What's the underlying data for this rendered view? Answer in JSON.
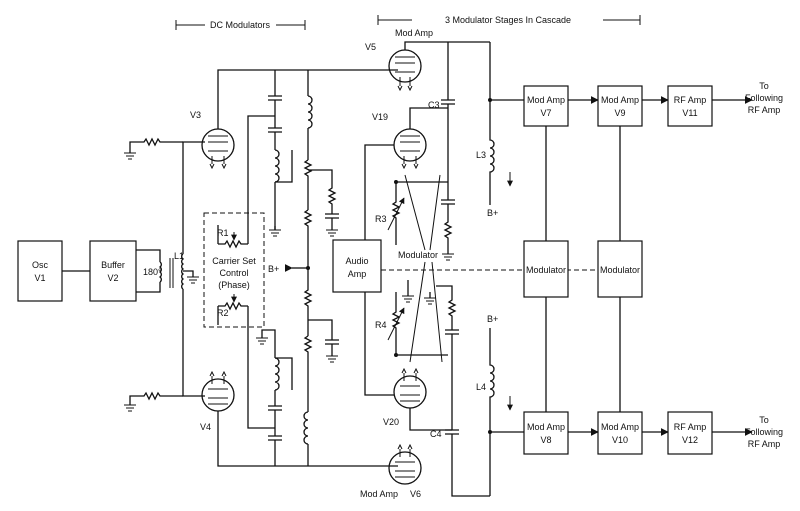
{
  "brackets": {
    "dc_modulators": "DC Modulators",
    "cascade": "3 Modulator Stages In Cascade"
  },
  "blocks": {
    "osc": [
      "Osc",
      "V1"
    ],
    "buffer": [
      "Buffer",
      "V2"
    ],
    "carrier_set": [
      "Carrier Set",
      "Control",
      "(Phase)"
    ],
    "audio_amp": [
      "Audio",
      "Amp"
    ],
    "mod_v7": [
      "Mod Amp",
      "V7"
    ],
    "mod_v9": [
      "Mod Amp",
      "V9"
    ],
    "rf_v11": [
      "RF Amp",
      "V11"
    ],
    "modulator_1": [
      "Modulator"
    ],
    "modulator_2": [
      "Modulator"
    ],
    "mod_v8": [
      "Mod Amp",
      "V8"
    ],
    "mod_v10": [
      "Mod Amp",
      "V10"
    ],
    "rf_v12": [
      "RF Amp",
      "V12"
    ]
  },
  "outputs": {
    "top": [
      "To",
      "Following",
      "RF Amp"
    ],
    "bottom": [
      "To",
      "Following",
      "RF Amp"
    ]
  },
  "labels": {
    "phase": "180°",
    "l1": "L1",
    "r1": "R1",
    "r2": "R2",
    "r3": "R3",
    "r4": "R4",
    "l3": "L3",
    "l4": "L4",
    "c3": "C3",
    "c4": "C4",
    "v3": "V3",
    "v4": "V4",
    "v5": "V5",
    "v19": "V19",
    "v20": "V20",
    "mod_amp_v5": "Mod Amp",
    "mod_amp_v6": "Mod Amp",
    "v6": "V6",
    "bplus_center": "B+",
    "bplus_upper": "B+",
    "bplus_lower": "B+",
    "modulator_note": "Modulator"
  }
}
